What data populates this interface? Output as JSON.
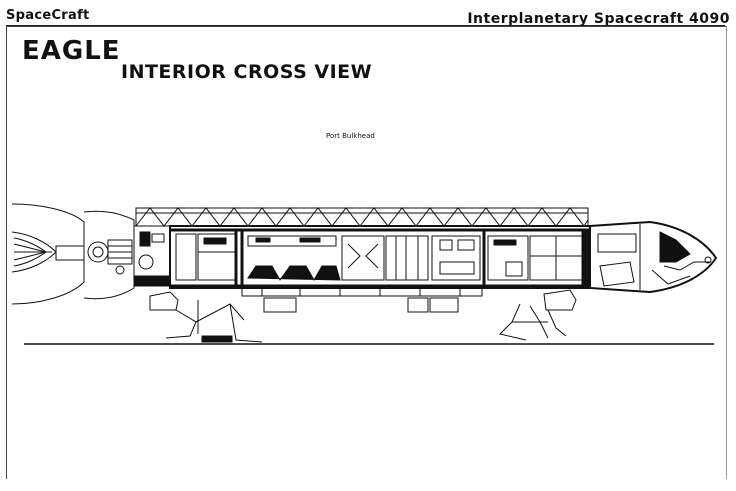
{
  "header": {
    "left_label": "SpaceCraft",
    "right_label": "Interplanetary Spacecraft 4090"
  },
  "diagram": {
    "title": "EAGLE",
    "subtitle": "INTERIOR CROSS VIEW",
    "annotation": "Port Bulkhead"
  },
  "colors": {
    "ink": "#111111",
    "paper": "#ffffff"
  }
}
